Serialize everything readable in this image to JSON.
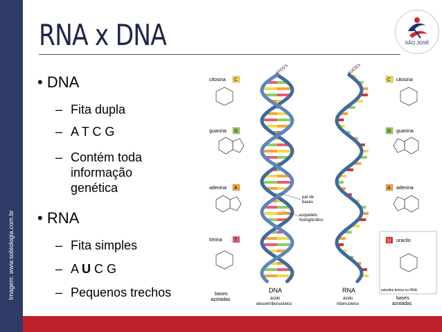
{
  "credit": "Imagem: www.sobiologia.com.br",
  "title": "RNA x DNA",
  "logo": {
    "text": "SÃO JOSÉ"
  },
  "dna": {
    "heading": "DNA",
    "points": [
      "Fita dupla",
      "A T C G",
      "Contém toda informação genética"
    ]
  },
  "rna": {
    "heading": "RNA",
    "p1": "Fita simples",
    "p2_a": "A ",
    "p2_u": "U",
    "p2_b": " C G",
    "p3": "Pequenos trechos"
  },
  "figure": {
    "bases_left": [
      "citosina",
      "guanina",
      "adenina",
      "timina"
    ],
    "bases_left_letters": [
      "C",
      "G",
      "A",
      "T"
    ],
    "bases_right": [
      "citosina",
      "guanina",
      "adenina",
      "uracilo"
    ],
    "bases_right_letters": [
      "C",
      "G",
      "A",
      "U"
    ],
    "dna_seq": "ATCG's",
    "rna_seq": "AUCG's",
    "label_pair": "par de bases",
    "label_backbone": "esqueleto fosfoglicídico",
    "label_sub": "substitui timina no RNA",
    "caption_bases_l": "bases azotadas",
    "caption_dna_1": "DNA",
    "caption_dna_2": "ácido",
    "caption_dna_3": "desoxirribonucleico",
    "caption_rna_1": "RNA",
    "caption_rna_2": "ácido",
    "caption_rna_3": "ribonucleico",
    "caption_bases_r": "bases azotadas"
  },
  "colors": {
    "sidebar": "#2f3b67",
    "footer": "#c0202a",
    "strand": "#3f6aa0",
    "base_cytosine": "#f2d94c",
    "base_guanine": "#8fcf5e",
    "base_adenine": "#f5a43a",
    "base_thymine": "#e85d75",
    "base_uracil": "#d9342b"
  }
}
